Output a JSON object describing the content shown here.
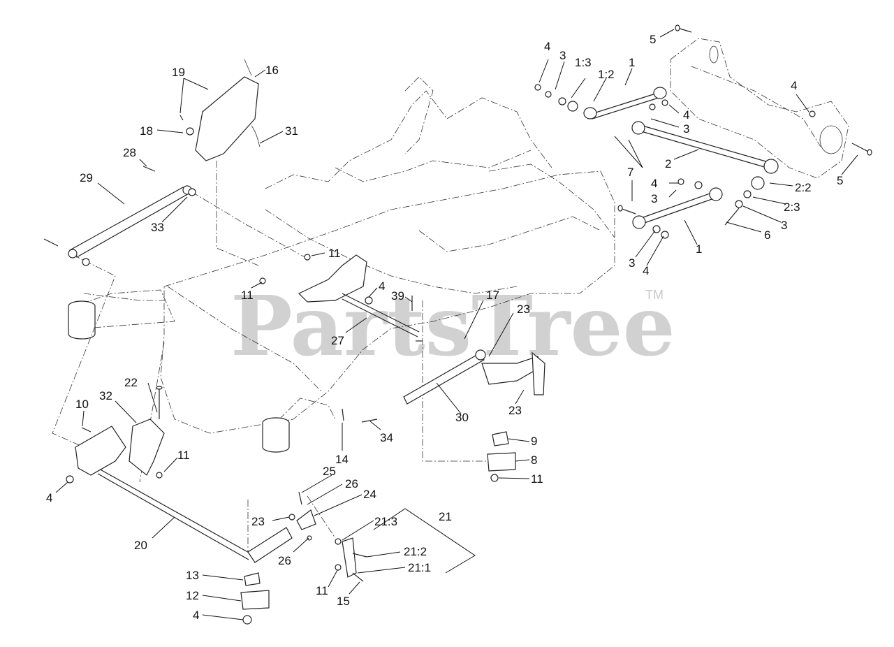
{
  "watermark": {
    "brand": "PartsTree",
    "trademark": "TM"
  },
  "callouts": {
    "c1a": "1",
    "c1b": "1",
    "c1_3": "1:3",
    "c1_2": "1:2",
    "c2": "2",
    "c2_2": "2:2",
    "c2_3": "2:3",
    "c3a": "3",
    "c3b": "3",
    "c3c": "3",
    "c3d": "3",
    "c3e": "3",
    "c4a": "4",
    "c4b": "4",
    "c4c": "4",
    "c4d": "4",
    "c4e": "4",
    "c4f": "4",
    "c4g": "4",
    "c4h": "4",
    "c5a": "5",
    "c5b": "5",
    "c6": "6",
    "c7": "7",
    "c8": "8",
    "c9": "9",
    "c10": "10",
    "c11a": "11",
    "c11b": "11",
    "c11c": "11",
    "c11d": "11",
    "c11e": "11",
    "c12": "12",
    "c13": "13",
    "c14": "14",
    "c15": "15",
    "c16": "16",
    "c17": "17",
    "c18": "18",
    "c19": "19",
    "c20": "20",
    "c21": "21",
    "c21_3": "21:3",
    "c21_2": "21:2",
    "c21_1": "21:1",
    "c22": "22",
    "c23a": "23",
    "c23b": "23",
    "c23c": "23",
    "c24": "24",
    "c25": "25",
    "c26a": "26",
    "c26b": "26",
    "c27": "27",
    "c28": "28",
    "c29": "29",
    "c30": "30",
    "c31": "31",
    "c32": "32",
    "c33": "33",
    "c34": "34",
    "c39": "39"
  }
}
